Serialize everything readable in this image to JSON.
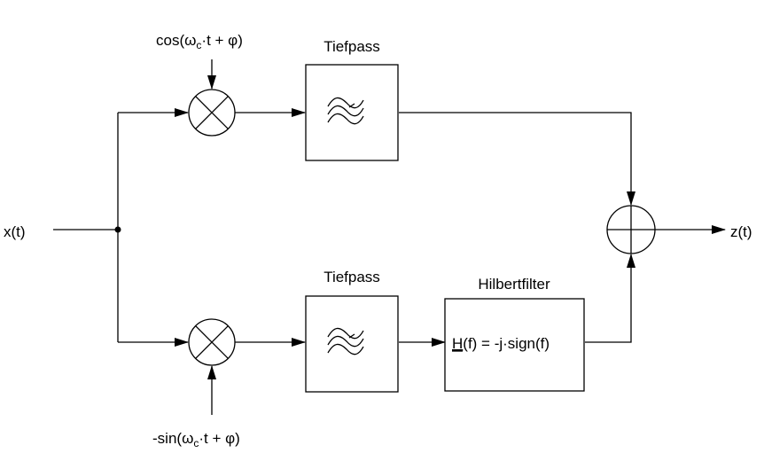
{
  "input_label": "x(t)",
  "output_label": "z(t)",
  "upper_branch": {
    "carrier_label": {
      "func": "cos",
      "symbol": "ω",
      "subscript": "c",
      "rest": "·t + φ)"
    },
    "filter_title": "Tiefpass"
  },
  "lower_branch": {
    "carrier_label": {
      "func": "-sin",
      "symbol": "ω",
      "subscript": "c",
      "rest": "·t + φ)"
    },
    "filter_title": "Tiefpass",
    "hilbert_title": "Hilbertfilter",
    "hilbert_formula": {
      "h": "H",
      "rest": "(f) = -j·sign(f)"
    }
  }
}
